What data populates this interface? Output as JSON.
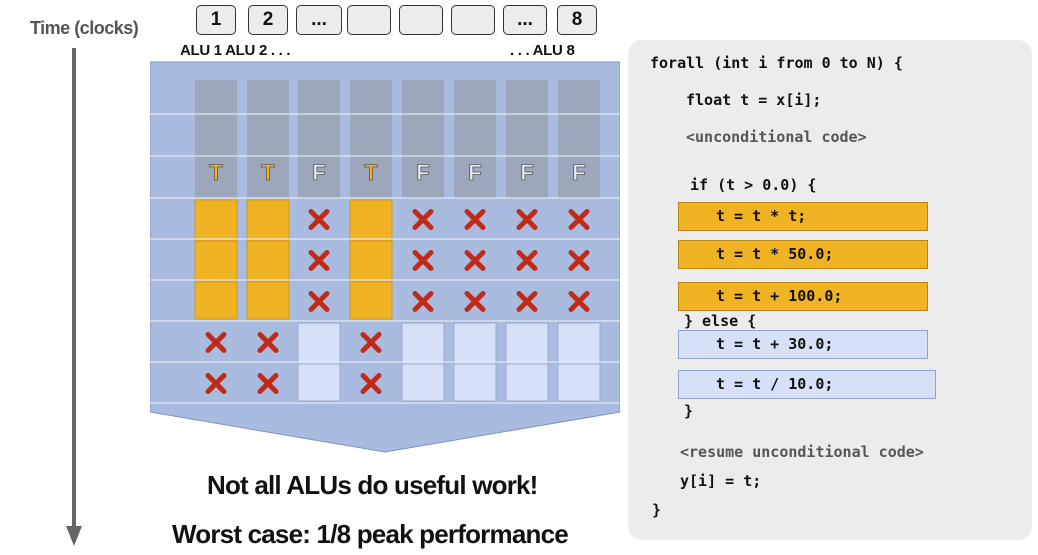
{
  "time_axis": {
    "label": "Time (clocks)",
    "color": "#555555"
  },
  "alus": {
    "boxes": [
      "1",
      "2",
      "...",
      "",
      "",
      "",
      "...",
      "8"
    ],
    "label_left": "ALU 1  ALU 2  . . .",
    "label_right": ". . .  ALU 8"
  },
  "diagram": {
    "lane_flags": [
      "T",
      "T",
      "F",
      "T",
      "F",
      "F",
      "F",
      "F"
    ],
    "true_lanes_active_rows": [
      0,
      1,
      2
    ],
    "false_lanes_active_rows": [
      3,
      4
    ],
    "idle_marker": "cross-icon",
    "colors": {
      "true": "#f0b323",
      "false": "#d6e0f7",
      "background": "#a9bbdf",
      "header": "#9aa3b5",
      "cross": "#c22a18",
      "flag_true": "#f0b323",
      "flag_false": "#e8ecf4"
    }
  },
  "captions": {
    "line1": "Not all ALUs do useful work!",
    "line2": "Worst case: 1/8 peak performance"
  },
  "code": {
    "lines": [
      "forall (int i from 0 to N) {",
      "float t = x[i];",
      "<unconditional code>",
      "if (t > 0.0) {",
      "t = t * t;",
      "t = t * 50.0;",
      "t = t + 100.0;",
      "} else {",
      "t = t + 30.0;",
      "t = t / 10.0;",
      "}",
      "<resume unconditional code>",
      "y[i] = t;",
      "}"
    ]
  }
}
